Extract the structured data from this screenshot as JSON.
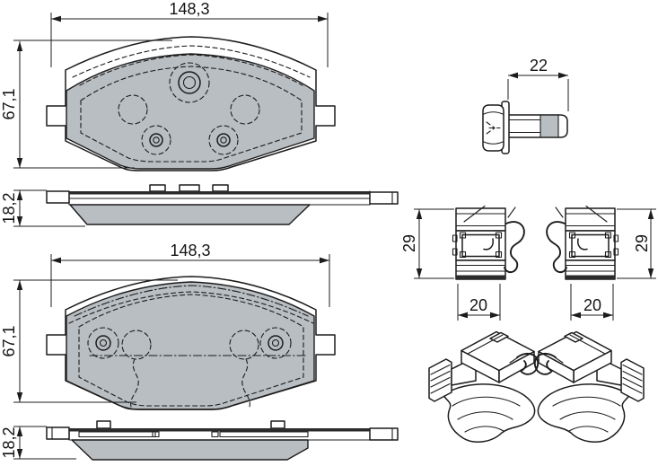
{
  "drawing": {
    "subject": "brake-pad-set-technical-drawing",
    "background": "#ffffff",
    "line_color": "#1c1c1c",
    "material_fill": "#b9bec2"
  },
  "dimensions": {
    "pad_front_top": {
      "width": "148,3",
      "height": "67,1"
    },
    "pad_side_top": {
      "thickness": "18,2"
    },
    "pad_front_bottom": {
      "width": "148,3",
      "height": "67,1"
    },
    "pad_side_bottom": {
      "thickness": "18,2"
    },
    "bolt": {
      "length": "22"
    },
    "clip_left": {
      "height": "29",
      "width": "20"
    },
    "clip_right": {
      "height": "29",
      "width": "20"
    }
  }
}
